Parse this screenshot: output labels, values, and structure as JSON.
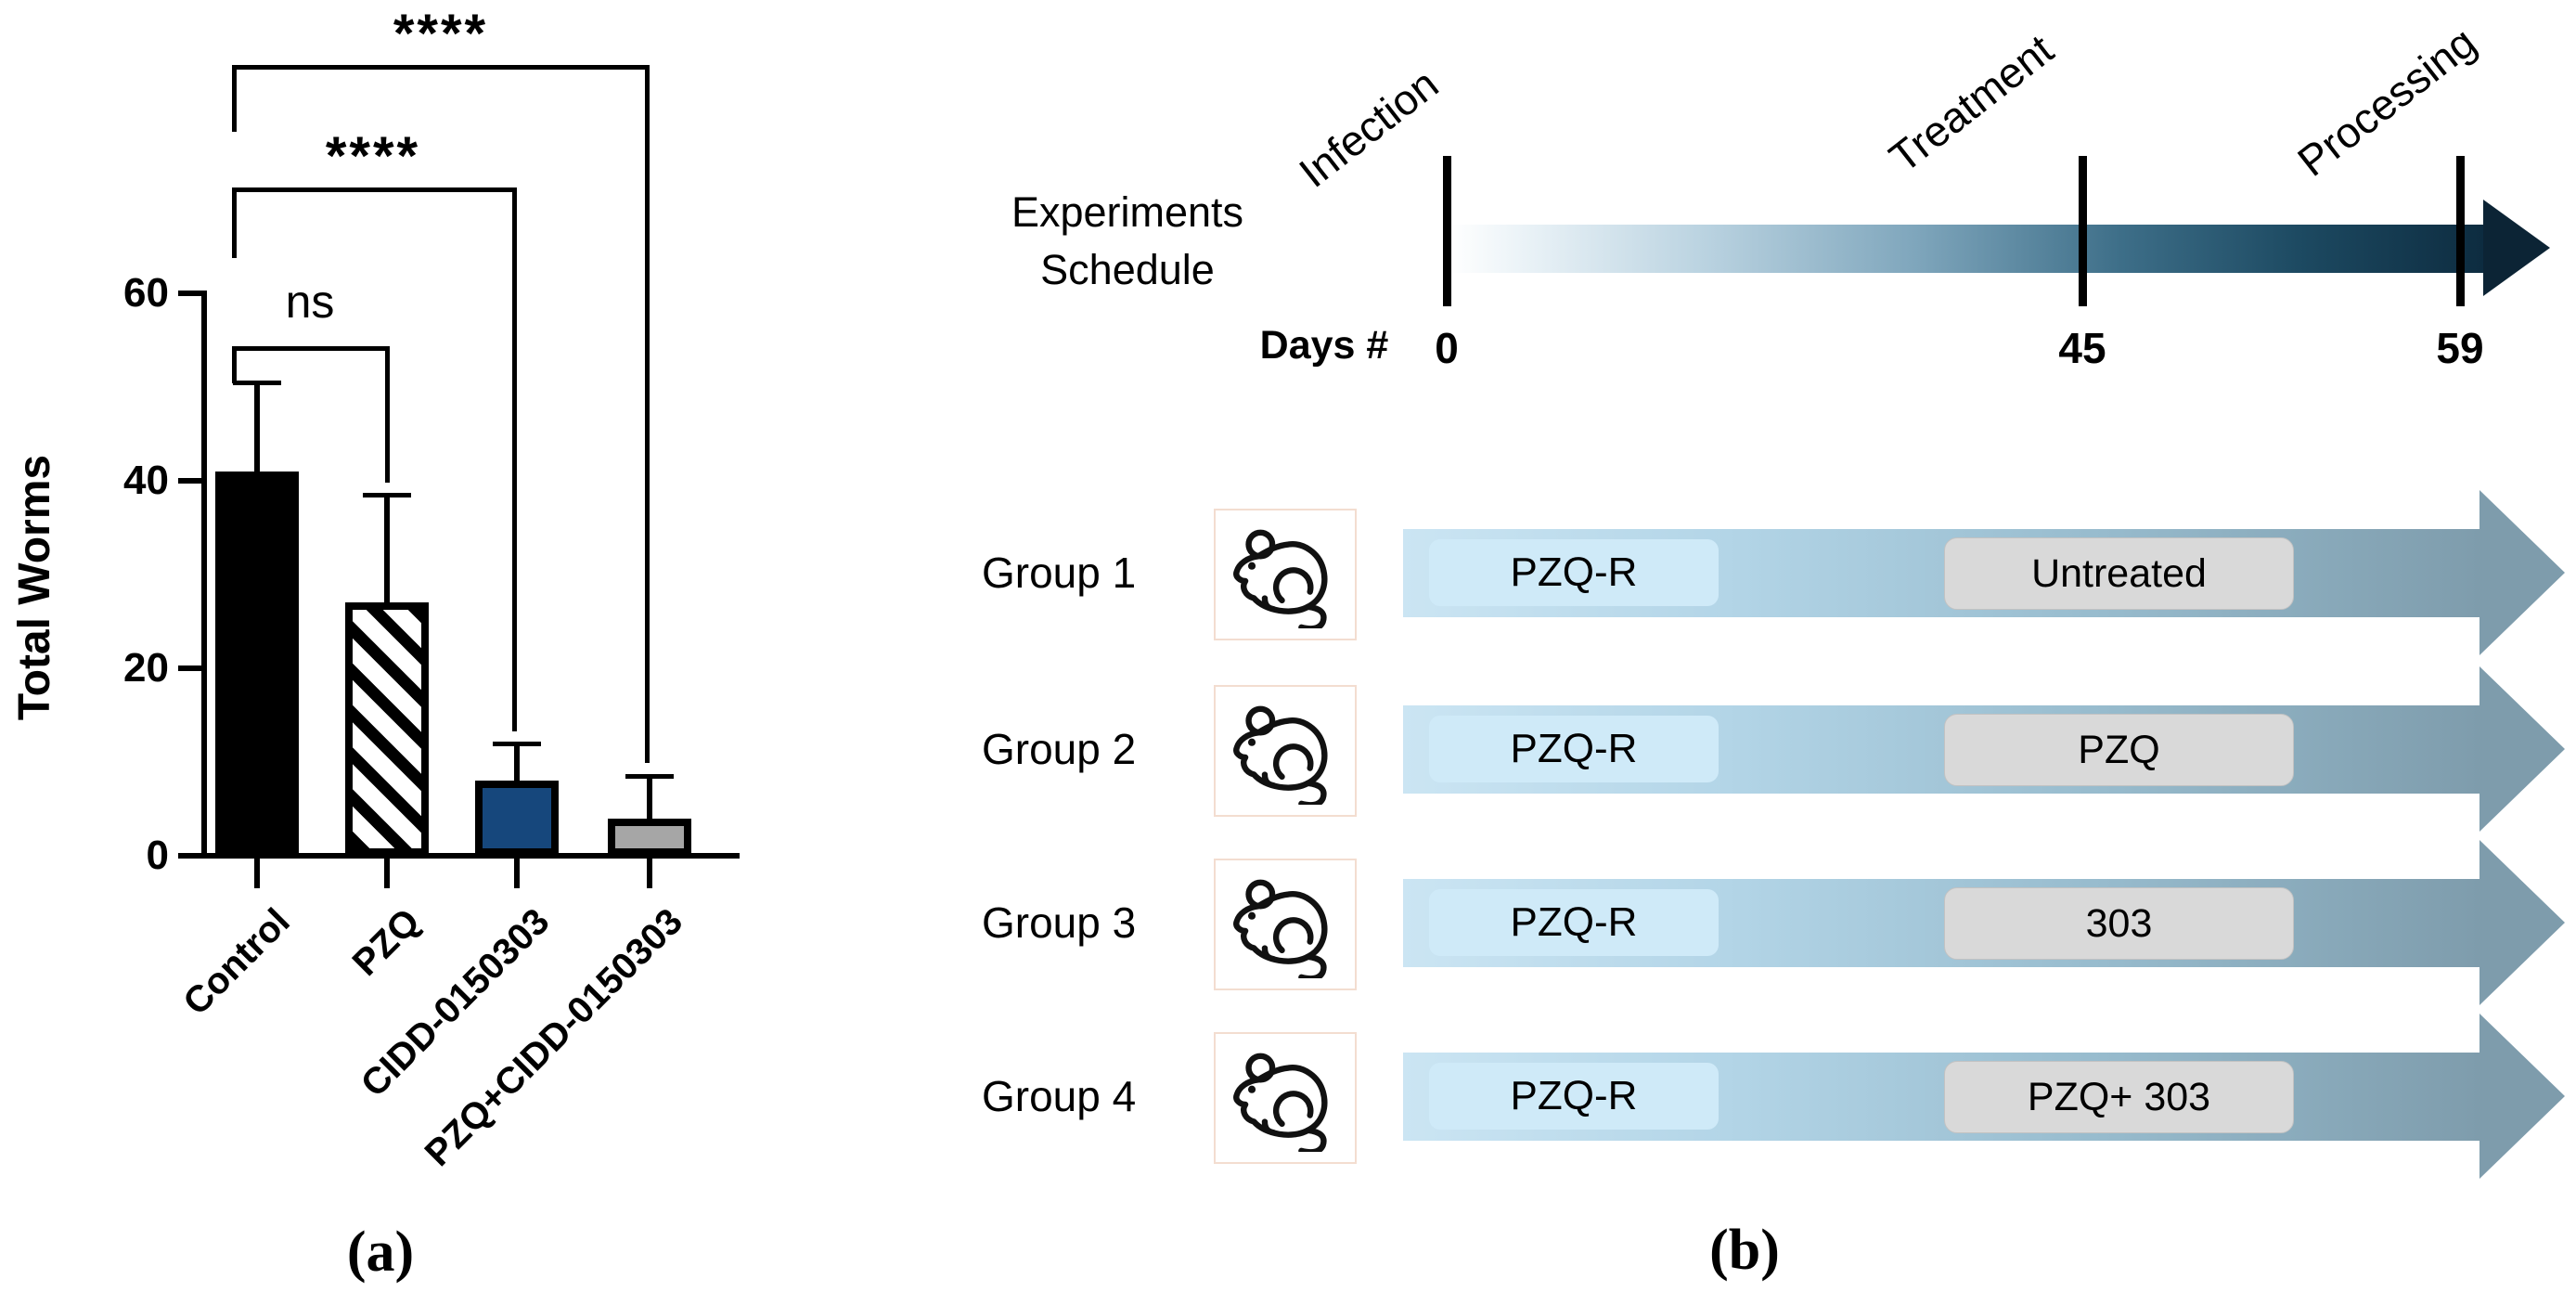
{
  "figure": {
    "panel_a_label": "(a)",
    "panel_b_label": "(b)"
  },
  "chart_data": {
    "type": "bar",
    "title": "",
    "xlabel": "",
    "ylabel": "Total Worms",
    "ylim": [
      0,
      60
    ],
    "yticks": [
      0,
      20,
      40,
      60
    ],
    "grid": false,
    "categories": [
      "Control",
      "PZQ",
      "CIDD-0150303",
      "PZQ+CIDD-0150303"
    ],
    "values": [
      41,
      27,
      8,
      4
    ],
    "errors_upper": [
      9.5,
      11.5,
      4,
      4.5
    ],
    "bar_styles": [
      "black",
      "hatched",
      "navy",
      "gray"
    ],
    "colors": {
      "black": "#000000",
      "navy": "#16477c",
      "gray": "#a6a6a6",
      "hatch_stripe": "#000000"
    },
    "significance": [
      {
        "from": "Control",
        "to": "PZQ+CIDD-0150303",
        "label": "****"
      },
      {
        "from": "Control",
        "to": "CIDD-0150303",
        "label": "****"
      },
      {
        "from": "Control",
        "to": "PZQ",
        "label": "ns"
      }
    ]
  },
  "timeline": {
    "title_line1": "Experiments",
    "title_line2": "Schedule",
    "days_label": "Days #",
    "events": [
      {
        "name": "Infection",
        "day": "0"
      },
      {
        "name": "Treatment",
        "day": "45"
      },
      {
        "name": "Processing",
        "day": "59"
      }
    ],
    "gradient_start": "#ffffff",
    "gradient_end": "#0d2c40"
  },
  "groups": {
    "phase1_label": "PZQ-R",
    "rows": [
      {
        "name": "Group 1",
        "treatment": "Untreated"
      },
      {
        "name": "Group 2",
        "treatment": "PZQ"
      },
      {
        "name": "Group 3",
        "treatment": "303"
      },
      {
        "name": "Group 4",
        "treatment": "PZQ+ 303"
      }
    ],
    "band_color_left": "#cbe5f3",
    "band_color_right": "#7e9cac",
    "phase1_box_color": "#cfeaf8",
    "treatment_box_color": "#d9d9d9"
  }
}
